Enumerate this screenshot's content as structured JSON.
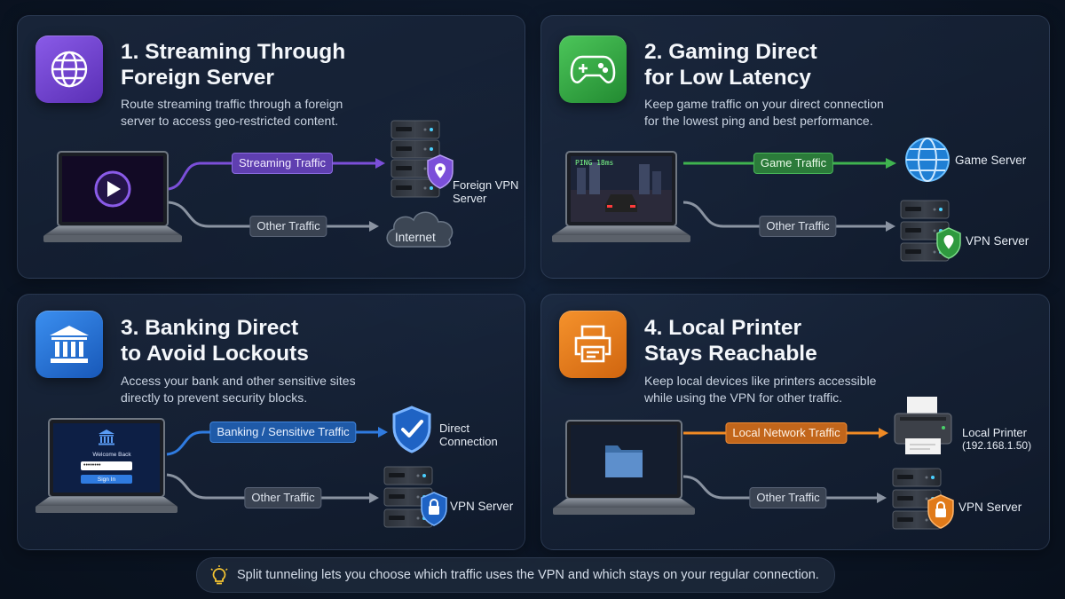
{
  "cards": [
    {
      "title_line1": "1. Streaming Through",
      "title_line2": "Foreign Server",
      "desc_line1": "Route streaming traffic through a foreign",
      "desc_line2": "server to access geo-restricted content.",
      "flow_top_label": "Streaming Traffic",
      "flow_bottom_label": "Other Traffic",
      "dest_top_line1": "Foreign VPN",
      "dest_top_line2": "Server",
      "dest_bottom": "Internet",
      "accent": "#7b4fd9"
    },
    {
      "title_line1": "2. Gaming Direct",
      "title_line2": "for Low Latency",
      "desc_line1": "Keep game traffic on your direct connection",
      "desc_line2": "for the lowest ping and best performance.",
      "flow_top_label": "Game Traffic",
      "flow_bottom_label": "Other Traffic",
      "dest_top": "Game Server",
      "dest_bottom": "VPN Server",
      "screen_ping": "PING 18ms",
      "accent": "#3fb34f"
    },
    {
      "title_line1": "3. Banking Direct",
      "title_line2": "to Avoid Lockouts",
      "desc_line1": "Access your bank and other sensitive sites",
      "desc_line2": "directly to prevent security blocks.",
      "flow_top_label": "Banking / Sensitive Traffic",
      "flow_bottom_label": "Other Traffic",
      "dest_top_line1": "Direct",
      "dest_top_line2": "Connection",
      "dest_bottom": "VPN Server",
      "screen_welcome": "Welcome Back",
      "screen_password": "••••••••",
      "screen_signin": "Sign In",
      "accent": "#2f7be0"
    },
    {
      "title_line1": "4. Local Printer",
      "title_line2": "Stays Reachable",
      "desc_line1": "Keep local devices like printers accessible",
      "desc_line2": "while using the VPN for other traffic.",
      "flow_top_label": "Local Network Traffic",
      "flow_bottom_label": "Other Traffic",
      "dest_top_line1": "Local Printer",
      "dest_top_line2": "(192.168.1.50)",
      "dest_bottom": "VPN Server",
      "accent": "#f08a24"
    }
  ],
  "footer": {
    "text": "Split tunneling lets you choose which traffic uses the VPN and which stays on your regular connection."
  },
  "icons": [
    "globe-icon",
    "gamepad-icon",
    "bank-icon",
    "printer-icon",
    "play-icon",
    "server-icon",
    "location-shield-icon",
    "cloud-icon",
    "checkmark-shield-icon",
    "lock-shield-icon",
    "folder-icon",
    "lightbulb-icon"
  ]
}
